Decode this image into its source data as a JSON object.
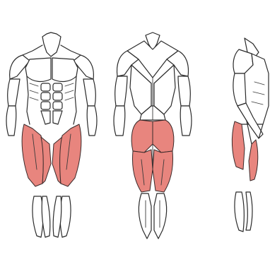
{
  "figure": {
    "views": [
      {
        "view": "front",
        "highlighted_groups": [
          "quadriceps",
          "adductors"
        ]
      },
      {
        "view": "back",
        "highlighted_groups": [
          "gluteus-maximus",
          "hamstrings"
        ]
      },
      {
        "view": "side",
        "highlighted_groups": [
          "quadriceps",
          "hamstrings"
        ]
      }
    ],
    "colors": {
      "highlight": "#e8857e",
      "outline": "#2a2a2a",
      "background": "#ffffff"
    }
  }
}
